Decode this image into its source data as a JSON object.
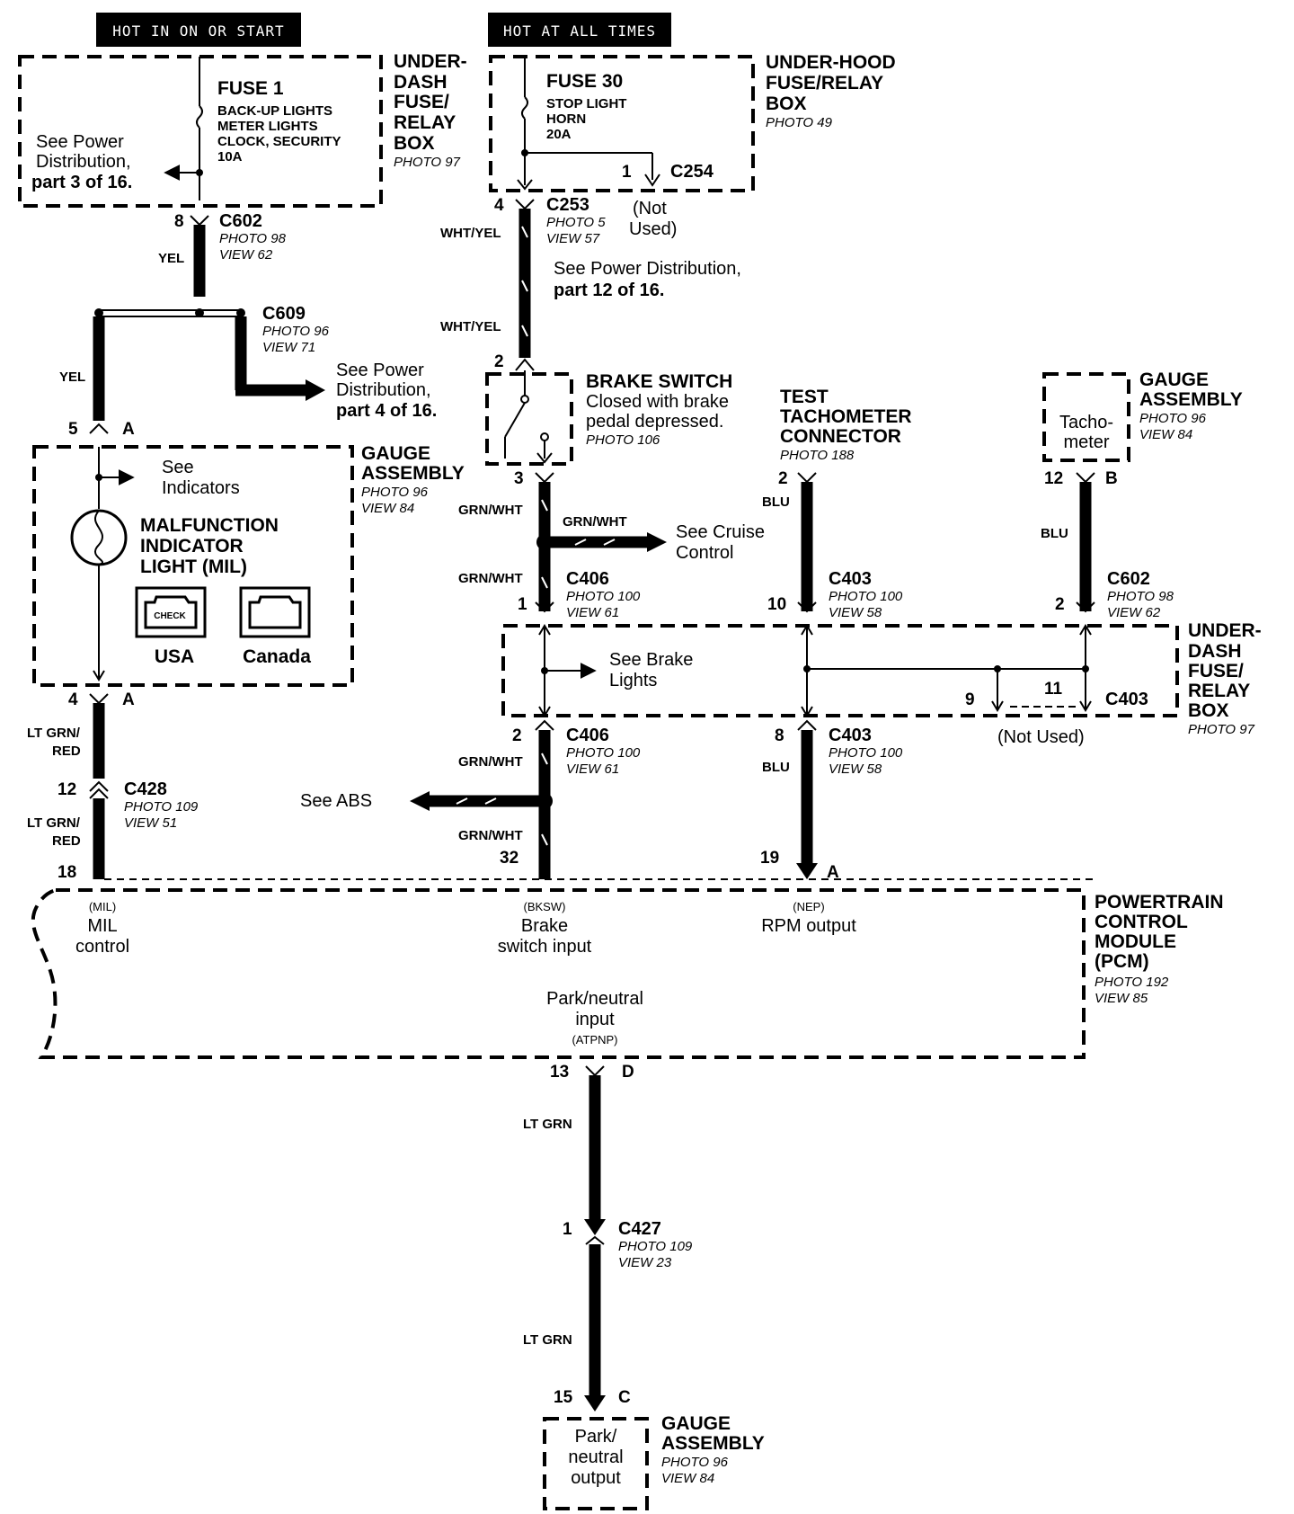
{
  "headers": {
    "hot_in_on": "HOT IN ON OR START",
    "hot_at_all": "HOT AT ALL TIMES"
  },
  "fuse1": {
    "name": "FUSE 1",
    "l1": "BACK-UP LIGHTS",
    "l2": "METER LIGHTS",
    "l3": "CLOCK, SECURITY",
    "rating": "10A"
  },
  "underdash_box_1": {
    "l1": "UNDER-",
    "l2": "DASH",
    "l3": "FUSE/",
    "l4": "RELAY",
    "l5": "BOX",
    "photo": "PHOTO 97"
  },
  "see_power_3": {
    "l1": "See Power",
    "l2": "Distribution,",
    "l3": "part 3 of 16."
  },
  "fuse30": {
    "name": "FUSE 30",
    "l1": "STOP LIGHT",
    "l2": "HORN",
    "rating": "20A"
  },
  "underhood_box": {
    "l1": "UNDER-HOOD",
    "l2": "FUSE/RELAY",
    "l3": "BOX",
    "photo": "PHOTO 49"
  },
  "c254": {
    "name": "C254",
    "pin": "1"
  },
  "c253": {
    "name": "C253",
    "pin": "4",
    "photo": "PHOTO 5",
    "view": "VIEW 57",
    "not_used_1": "(Not",
    "not_used_2": "Used)"
  },
  "see_power_12": {
    "l1": "See Power Distribution,",
    "l2": "part 12 of 16."
  },
  "c602_top": {
    "name": "C602",
    "pin": "8",
    "photo": "PHOTO 98",
    "view": "VIEW 62"
  },
  "c609": {
    "name": "C609",
    "photo": "PHOTO 96",
    "view": "VIEW 71"
  },
  "see_power_4": {
    "l1": "See Power",
    "l2": "Distribution,",
    "l3": "part 4 of 16."
  },
  "wires": {
    "yel": "YEL",
    "wht_yel": "WHT/YEL",
    "grn_wht": "GRN/WHT",
    "blu": "BLU",
    "lt_grn_red_1": "LT GRN/",
    "lt_grn_red_2": "RED",
    "lt_grn": "LT GRN"
  },
  "brake_switch": {
    "name": "BRAKE SWITCH",
    "l1": "Closed with brake",
    "l2": "pedal depressed.",
    "photo": "PHOTO 106",
    "pin_top": "2",
    "pin_bot": "3"
  },
  "test_tach": {
    "l1": "TEST",
    "l2": "TACHOMETER",
    "l3": "CONNECTOR",
    "photo": "PHOTO 188",
    "pin": "2"
  },
  "gauge_tach": {
    "l1": "GAUGE",
    "l2": "ASSEMBLY",
    "photo": "PHOTO 96",
    "view": "VIEW 84",
    "inner1": "Tacho-",
    "inner2": "meter",
    "pin": "12",
    "letter": "B"
  },
  "gauge_mil": {
    "l1": "GAUGE",
    "l2": "ASSEMBLY",
    "photo": "PHOTO 96",
    "view": "VIEW 84",
    "pin_top": "5",
    "letter_top": "A",
    "pin_bot": "4",
    "letter_bot": "A",
    "see1": "See",
    "see2": "Indicators",
    "mil1": "MALFUNCTION",
    "mil2": "INDICATOR",
    "mil3": "LIGHT (MIL)",
    "check": "CHECK",
    "usa": "USA",
    "canada": "Canada"
  },
  "see_cruise": {
    "l1": "See Cruise",
    "l2": "Control"
  },
  "c406_top": {
    "name": "C406",
    "pin": "1",
    "photo": "PHOTO 100",
    "view": "VIEW 61"
  },
  "c403_top": {
    "name": "C403",
    "pin": "10",
    "photo": "PHOTO 100",
    "view": "VIEW 58"
  },
  "c602_right": {
    "name": "C602",
    "pin": "2",
    "photo": "PHOTO 98",
    "view": "VIEW 62"
  },
  "underdash_box_2": {
    "l1": "UNDER-",
    "l2": "DASH",
    "l3": "FUSE/",
    "l4": "RELAY",
    "l5": "BOX",
    "photo": "PHOTO 97"
  },
  "see_brake": {
    "l1": "See Brake",
    "l2": "Lights"
  },
  "c403_inner": {
    "name": "C403",
    "pin9": "9",
    "pin11": "11",
    "not_used": "(Not Used)"
  },
  "c406_bot": {
    "name": "C406",
    "pin": "2",
    "photo": "PHOTO 100",
    "view": "VIEW 61"
  },
  "c403_bot": {
    "name": "C403",
    "pin": "8",
    "photo": "PHOTO 100",
    "view": "VIEW 58"
  },
  "c428": {
    "name": "C428",
    "pin": "12",
    "photo": "PHOTO 109",
    "view": "VIEW 51"
  },
  "see_abs": "See ABS",
  "pcm": {
    "l1": "POWERTRAIN",
    "l2": "CONTROL",
    "l3": "MODULE",
    "l4": "(PCM)",
    "photo": "PHOTO 192",
    "view": "VIEW 85",
    "pin_mil": "18",
    "pin_bksw": "32",
    "pin_nep": "19",
    "letter_nep": "A",
    "mil_tag": "(MIL)",
    "mil_1": "MIL",
    "mil_2": "control",
    "bksw_tag": "(BKSW)",
    "bksw_1": "Brake",
    "bksw_2": "switch input",
    "nep_tag": "(NEP)",
    "nep_1": "RPM output",
    "pn_1": "Park/neutral",
    "pn_2": "input",
    "pn_tag": "(ATPNP)",
    "pin_pn": "13",
    "letter_pn": "D"
  },
  "c427": {
    "name": "C427",
    "pin": "1",
    "photo": "PHOTO 109",
    "view": "VIEW 23"
  },
  "gauge_bottom": {
    "l1": "GAUGE",
    "l2": "ASSEMBLY",
    "photo": "PHOTO 96",
    "view": "VIEW 84",
    "pin": "15",
    "letter": "C",
    "inner1": "Park/",
    "inner2": "neutral",
    "inner3": "output"
  }
}
